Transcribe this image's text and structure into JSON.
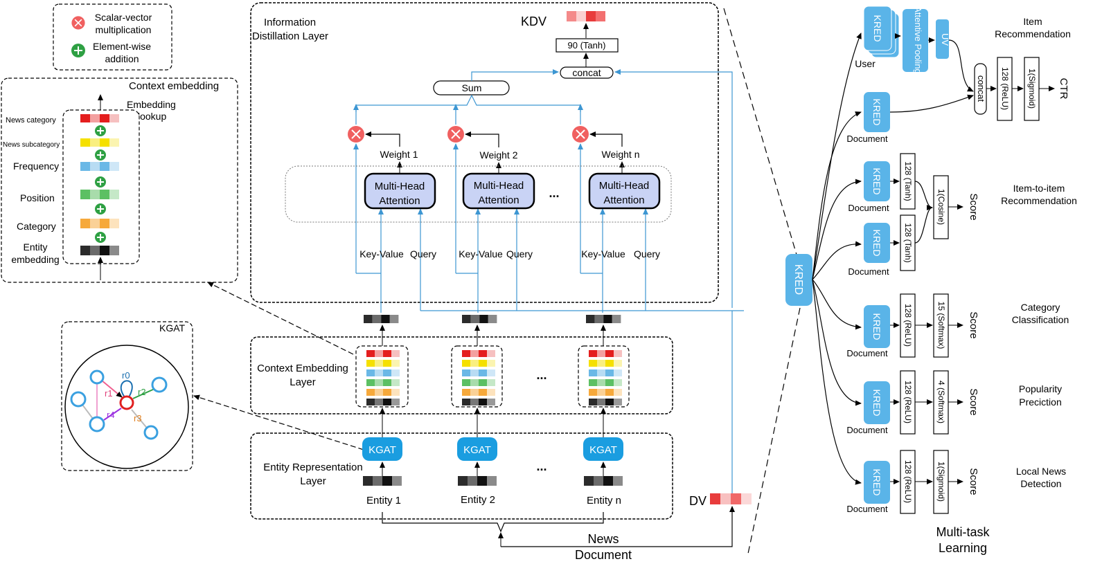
{
  "legend": {
    "scalar_vector": "Scalar-vector",
    "multiplication": "multiplication",
    "element_wise": "Element-wise",
    "addition": "addition"
  },
  "context_panel": {
    "title": "Context embedding",
    "lookup_line1": "Embedding",
    "lookup_line2": "lookup",
    "rows": {
      "news_category": "News category",
      "news_subcategory": "News subcategory",
      "frequency": "Frequency",
      "position": "Position",
      "category": "Category",
      "entity_line1": "Entity",
      "entity_line2": "embedding"
    }
  },
  "kgat_panel": {
    "title": "KGAT",
    "relations": {
      "r0": "r0",
      "r1": "r1",
      "r2": "r2",
      "r3": "r3",
      "r4": "r4"
    }
  },
  "distillation": {
    "title_line1": "Information",
    "title_line2": "Distillation Layer",
    "kdv": "KDV",
    "tanh_layer": "90 (Tanh)",
    "concat": "concat",
    "sum": "Sum",
    "weights": [
      "Weight 1",
      "Weight 2",
      "Weight n"
    ],
    "mha_line1": "Multi-Head",
    "mha_line2": "Attention",
    "key_value": "Key-Value",
    "query": "Query",
    "ellipsis": "..."
  },
  "context_layer": {
    "line1": "Context Embedding",
    "line2": "Layer"
  },
  "entity_layer": {
    "line1": "Entity Representation",
    "line2": "Layer",
    "kgat": "KGAT",
    "entities": [
      "Entity 1",
      "Entity 2",
      "Entity n"
    ]
  },
  "bottom": {
    "news_line1": "News",
    "news_line2": "Document",
    "dv": "DV"
  },
  "right": {
    "kred": "KRED",
    "user": "User",
    "document": "Document",
    "attentive_pooling": "Attentive Pooling",
    "uv": "UV",
    "concat": "concat",
    "relu128": "128 (ReLU)",
    "sigmoid1": "1(Sigmoid)",
    "ctr": "CTR",
    "item_rec_line1": "Item",
    "item_rec_line2": "Recommendation",
    "tanh128": "128 (Tanh)",
    "cosine": "1(Cosine)",
    "score": "Score",
    "i2i_line1": "Item-to-item",
    "i2i_line2": "Recommendation",
    "softmax15": "15 (Softmax)",
    "cat_line1": "Category",
    "cat_line2": "Classification",
    "softmax4": "4 (Softmax)",
    "pop_line1": "Popularity",
    "pop_line2": "Preciction",
    "local_line1": "Local News",
    "local_line2": "Detection",
    "multitask_line1": "Multi-task",
    "multitask_line2": "Learning"
  },
  "colors": {
    "blue_box": "#5ab4e8",
    "kgat_button": "#1a9de0",
    "attention_fill": "#c9d3f5",
    "line_blue": "#3c96d2",
    "mult_red": "#f06060",
    "add_green": "#2ea043"
  }
}
